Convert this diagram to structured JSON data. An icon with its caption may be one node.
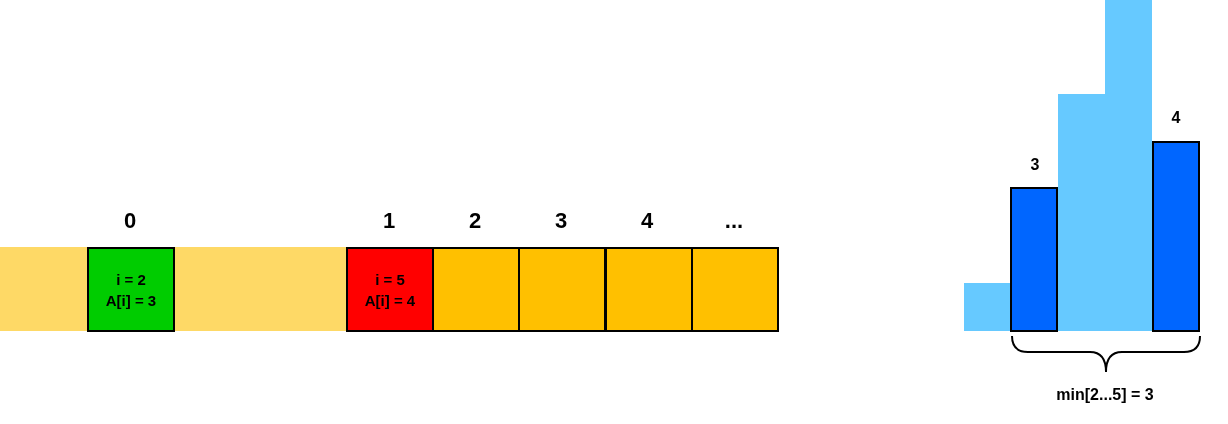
{
  "diagram": {
    "nodes": [
      {
        "text": [
          "i = 2",
          "A[i] = 3"
        ]
      },
      {
        "text": [
          "i = 5",
          "A[i] = 4"
        ]
      },
      {
        "text": [],
        "shape": "box"
      },
      {
        "text": [],
        "shape": "box"
      },
      {
        "text": [],
        "shape": "box"
      },
      {
        "text": [],
        "shape": "box"
      }
    ],
    "labels": [
      "0",
      "1",
      "2",
      "3",
      "4",
      "...",
      "3",
      "4",
      "min[2...5] = 3"
    ]
  }
}
